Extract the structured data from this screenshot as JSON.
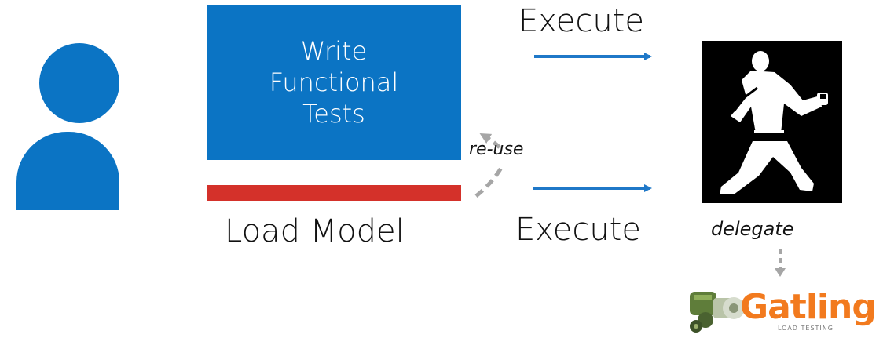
{
  "tests_box": {
    "lines": [
      "Write",
      "Functional",
      "Tests"
    ]
  },
  "load_model": {
    "label": "Load Model"
  },
  "execute_top": {
    "label": "Execute"
  },
  "execute_bottom": {
    "label": "Execute"
  },
  "reuse": {
    "label": "re-use"
  },
  "delegate": {
    "label": "delegate"
  },
  "gatling": {
    "name": "Gatling",
    "tagline": "LOAD TESTING"
  },
  "icons": [
    "user-icon",
    "karate-icon",
    "gatling-logo-icon"
  ],
  "colors": {
    "blue": "#0b74c4",
    "red": "#d4312a",
    "arrow_blue": "#1f78c8",
    "dashed_gray": "#a6a6a6",
    "gatling_orange": "#f27a1e"
  }
}
